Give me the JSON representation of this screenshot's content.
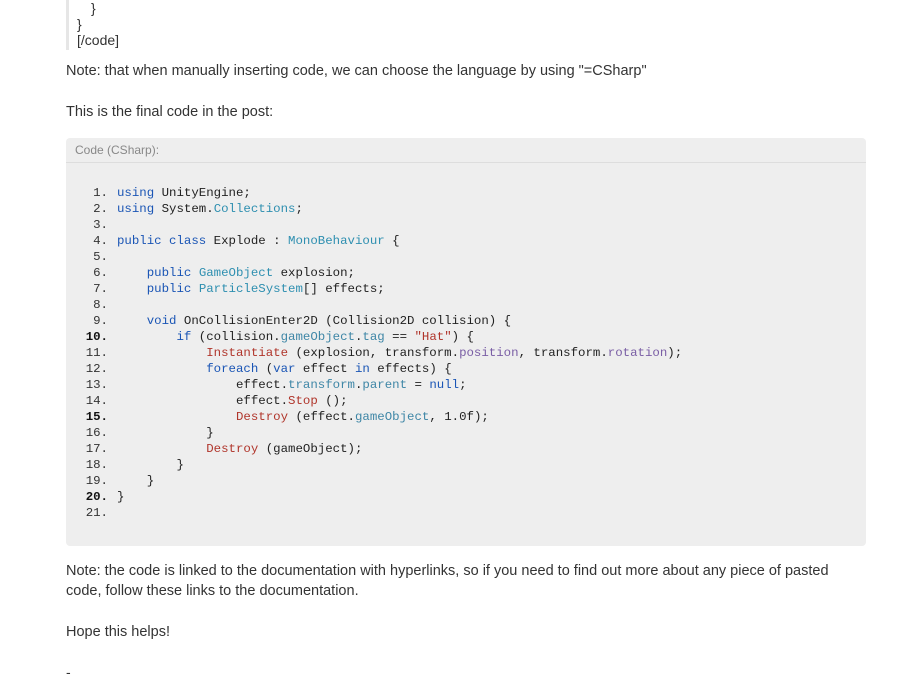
{
  "previous_code": {
    "line1": "}",
    "line2": "}",
    "line3": "[/code]"
  },
  "note_language": "Note: that when manually inserting code, we can choose the language by using \"=CSharp\"",
  "final_code_intro": "This is the final code in the post:",
  "code_block": {
    "header": "Code (CSharp):",
    "lines": [
      {
        "num": "1.",
        "bold": false,
        "html": "<span class=\"kw\">using</span> UnityEngine;"
      },
      {
        "num": "2.",
        "bold": false,
        "html": "<span class=\"kw\">using</span> System.<span class=\"ty\">Collections</span>;"
      },
      {
        "num": "3.",
        "bold": false,
        "html": ""
      },
      {
        "num": "4.",
        "bold": false,
        "html": "<span class=\"kw\">public class</span> Explode : <span class=\"ty\">MonoBehaviour</span> {"
      },
      {
        "num": "5.",
        "bold": false,
        "html": ""
      },
      {
        "num": "6.",
        "bold": false,
        "html": "    <span class=\"kw\">public</span> <span class=\"ty\">GameObject</span> explosion;"
      },
      {
        "num": "7.",
        "bold": false,
        "html": "    <span class=\"kw\">public</span> <span class=\"ty\">ParticleSystem</span>[] effects;"
      },
      {
        "num": "8.",
        "bold": false,
        "html": ""
      },
      {
        "num": "9.",
        "bold": false,
        "html": "    <span class=\"kw\">void</span> OnCollisionEnter2D (Collision2D collision) {"
      },
      {
        "num": "10.",
        "bold": true,
        "html": "        <span class=\"kw\">if</span> (collision.<span class=\"mem\">gameObject</span>.<span class=\"mem\">tag</span> == <span class=\"str\">\"Hat\"</span>) {"
      },
      {
        "num": "11.",
        "bold": false,
        "html": "            <span class=\"fn\">Instantiate</span> (explosion, transform.<span class=\"pur\">position</span>, transform.<span class=\"pur\">rotation</span>);"
      },
      {
        "num": "12.",
        "bold": false,
        "html": "            <span class=\"kw\">foreach</span> (<span class=\"kw\">var</span> effect <span class=\"kw\">in</span> effects) {"
      },
      {
        "num": "13.",
        "bold": false,
        "html": "                effect.<span class=\"mem\">transform</span>.<span class=\"mem\">parent</span> = <span class=\"nul\">null</span>;"
      },
      {
        "num": "14.",
        "bold": false,
        "html": "                effect.<span class=\"fn\">Stop</span> ();"
      },
      {
        "num": "15.",
        "bold": true,
        "html": "                <span class=\"fn\">Destroy</span> (effect.<span class=\"mem\">gameObject</span>, 1.0f);"
      },
      {
        "num": "16.",
        "bold": false,
        "html": "            }"
      },
      {
        "num": "17.",
        "bold": false,
        "html": "            <span class=\"fn\">Destroy</span> (gameObject);"
      },
      {
        "num": "18.",
        "bold": false,
        "html": "        }"
      },
      {
        "num": "19.",
        "bold": false,
        "html": "    }"
      },
      {
        "num": "20.",
        "bold": true,
        "html": "}"
      },
      {
        "num": "21.",
        "bold": false,
        "html": ""
      }
    ]
  },
  "note_links": "Note: the code is linked to the documentation with hyperlinks, so if you need to find out more about any piece of pasted code, follow these links to the documentation.",
  "closing": "Hope this helps!",
  "dash": "-"
}
